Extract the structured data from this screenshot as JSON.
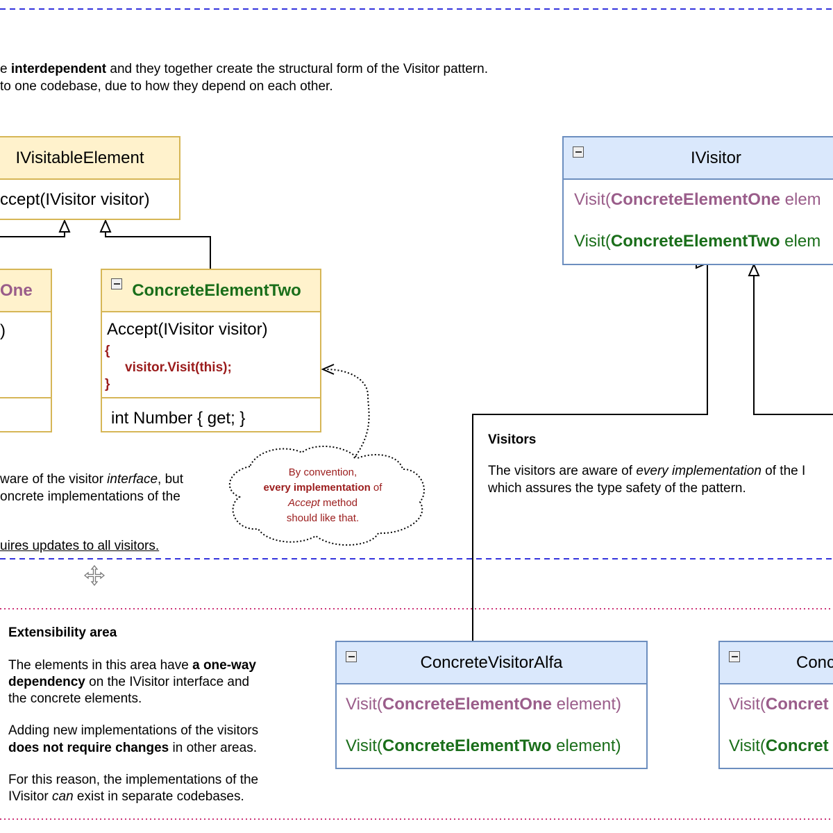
{
  "intro": {
    "line1_pre": "e ",
    "line1_bold": "interdependent",
    "line1_post": " and they together create the structural form of the Visitor pattern.",
    "line2": "to one codebase, due to how they depend on each other."
  },
  "ivisitable": {
    "title": "IVisitableElement",
    "method": "ccept(IVisitor visitor)"
  },
  "element_one": {
    "title": "One",
    "method": ")"
  },
  "element_two": {
    "title": "ConcreteElementTwo",
    "method": "Accept(IVisitor visitor)",
    "brace_open": "{",
    "body": "visitor.Visit(this);",
    "brace_close": "}",
    "property": "int Number { get; }"
  },
  "ivisitor": {
    "title": "IVisitor",
    "row1_pre": "Visit(",
    "row1_type": "ConcreteElementOne",
    "row1_post": " elem",
    "row2_pre": "Visit(",
    "row2_type": "ConcreteElementTwo",
    "row2_post": " elem"
  },
  "cloud": {
    "line1": "By convention,",
    "line2_bold": "every implementation",
    "line2_post": " of",
    "line3_italic": "Accept",
    "line3_post": " method",
    "line4": "should like that."
  },
  "left_note": {
    "line1_pre": "ware of the visitor ",
    "line1_italic": "interface",
    "line1_post": ", but",
    "line2": "oncrete implementations of the",
    "line3": "uires updates to all visitors."
  },
  "visitors_note": {
    "title": "Visitors",
    "line1_pre": "The visitors are aware of ",
    "line1_italic": "every implementation",
    "line1_post": " of the I",
    "line2": "which assures the type safety of the pattern."
  },
  "extensibility": {
    "title": "Extensibility area",
    "p1_l1_pre": "The elements in this area have ",
    "p1_l1_bold": "a one-way",
    "p1_l2_bold": "dependency",
    "p1_l2_post": " on the IVisitor interface and",
    "p1_l3": "the concrete elements.",
    "p2_l1": "Adding new implementations of the visitors",
    "p2_l2_bold": "does not require changes",
    "p2_l2_post": " in other areas.",
    "p3_l1": "For this reason, the implementations of the",
    "p3_l2_pre": "IVisitor ",
    "p3_l2_italic": "can",
    "p3_l2_post": " exist in separate codebases."
  },
  "visitor_alfa": {
    "title": "ConcreteVisitorAlfa",
    "row1_pre": "Visit(",
    "row1_type": "ConcreteElementOne",
    "row1_post": " element)",
    "row2_pre": "Visit(",
    "row2_type": "ConcreteElementTwo",
    "row2_post": " element)"
  },
  "visitor_cut": {
    "title": "Conc",
    "row1_pre": "Visit(",
    "row1_type": "Concret",
    "row2_pre": "Visit(",
    "row2_type": "Concret"
  },
  "icons": {
    "move": "move-cursor-icon",
    "collapse": "collapse-icon"
  },
  "colors": {
    "yellow_fill": "#fff2cc",
    "yellow_stroke": "#d6b656",
    "blue_fill": "#dae8fc",
    "blue_stroke": "#6c8ebf",
    "purple": "#9a5d8a",
    "green": "#1a6e1a",
    "red": "#9b1c1c",
    "dash_blue": "#3333dd",
    "dot_pink": "#cc3377"
  }
}
